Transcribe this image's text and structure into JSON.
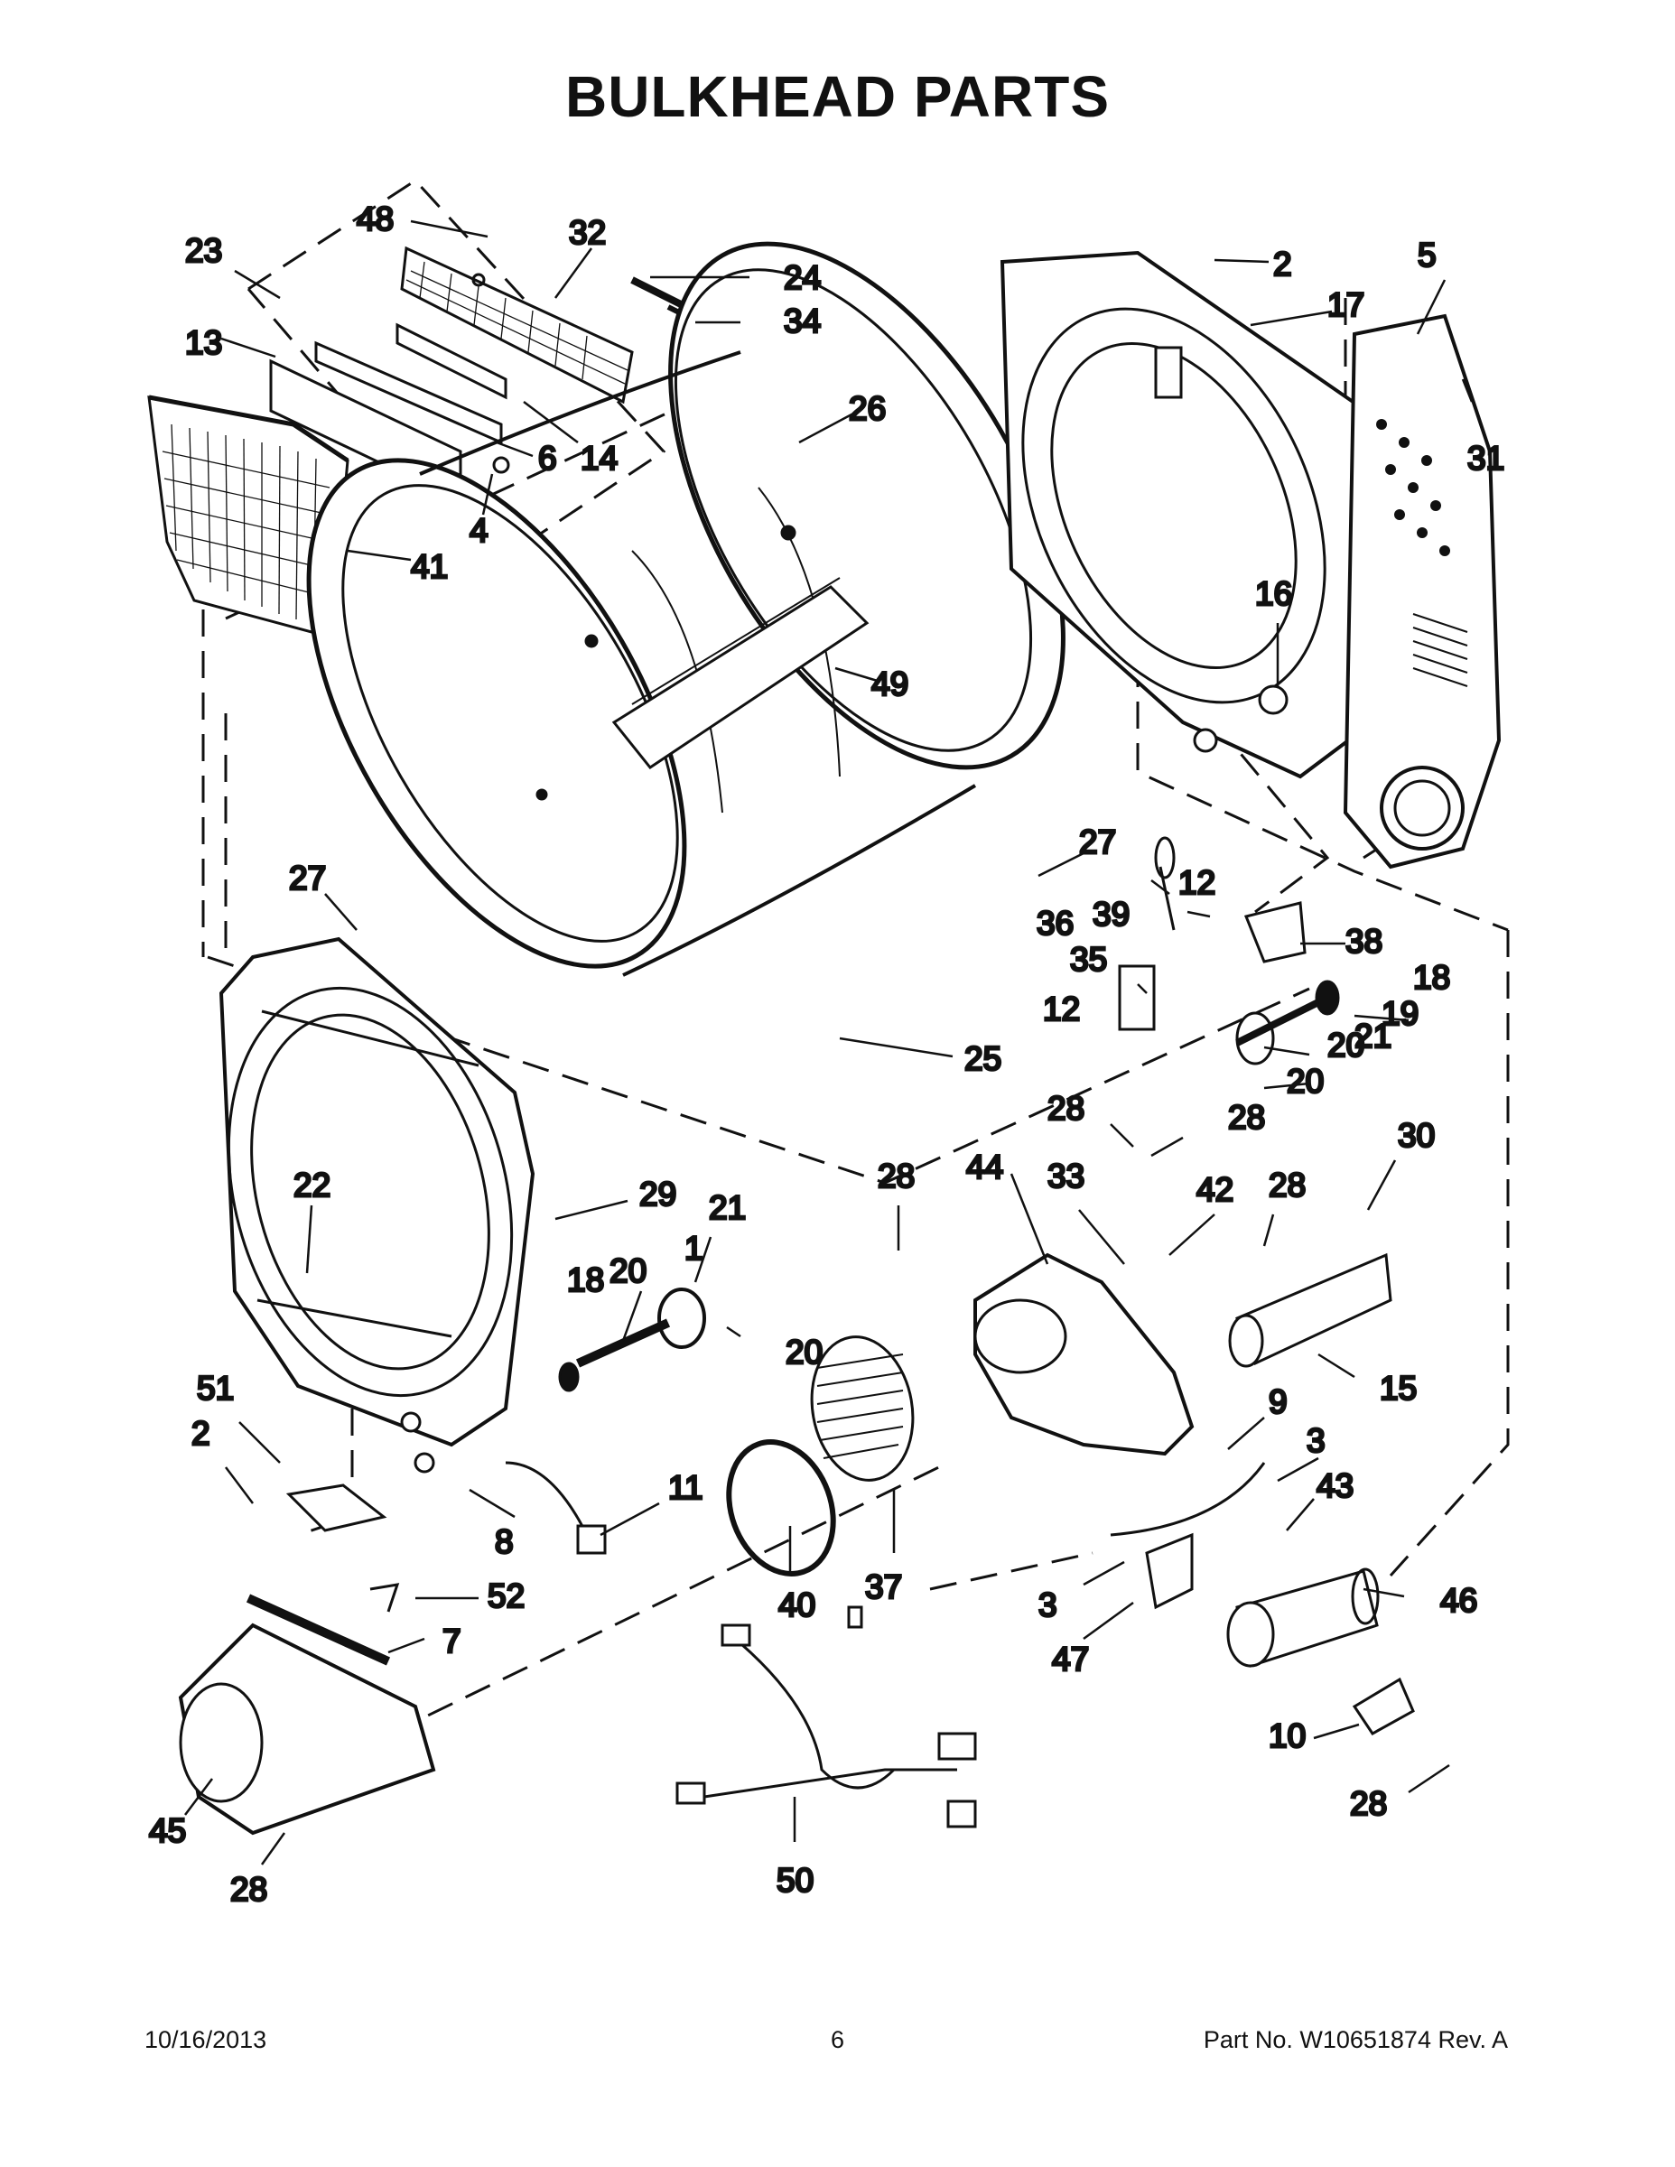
{
  "page": {
    "title": "BULKHEAD PARTS"
  },
  "diagram": {
    "callouts": [
      "48",
      "32",
      "23",
      "24",
      "34",
      "13",
      "6",
      "14",
      "4",
      "41",
      "26",
      "49",
      "2",
      "17",
      "5",
      "31",
      "16",
      "27",
      "27",
      "36",
      "39",
      "12",
      "38",
      "18",
      "35",
      "12",
      "19",
      "20",
      "21",
      "20",
      "25",
      "28",
      "28",
      "44",
      "33",
      "28",
      "42",
      "28",
      "30",
      "29",
      "22",
      "21",
      "1",
      "20",
      "18",
      "20",
      "15",
      "51",
      "2",
      "9",
      "3",
      "43",
      "11",
      "8",
      "40",
      "37",
      "52",
      "3",
      "46",
      "7",
      "47",
      "10",
      "28",
      "45",
      "28",
      "50"
    ]
  },
  "footer": {
    "date": "10/16/2013",
    "page_number": "6",
    "part_number": "Part No.  W10651874  Rev.  A"
  }
}
